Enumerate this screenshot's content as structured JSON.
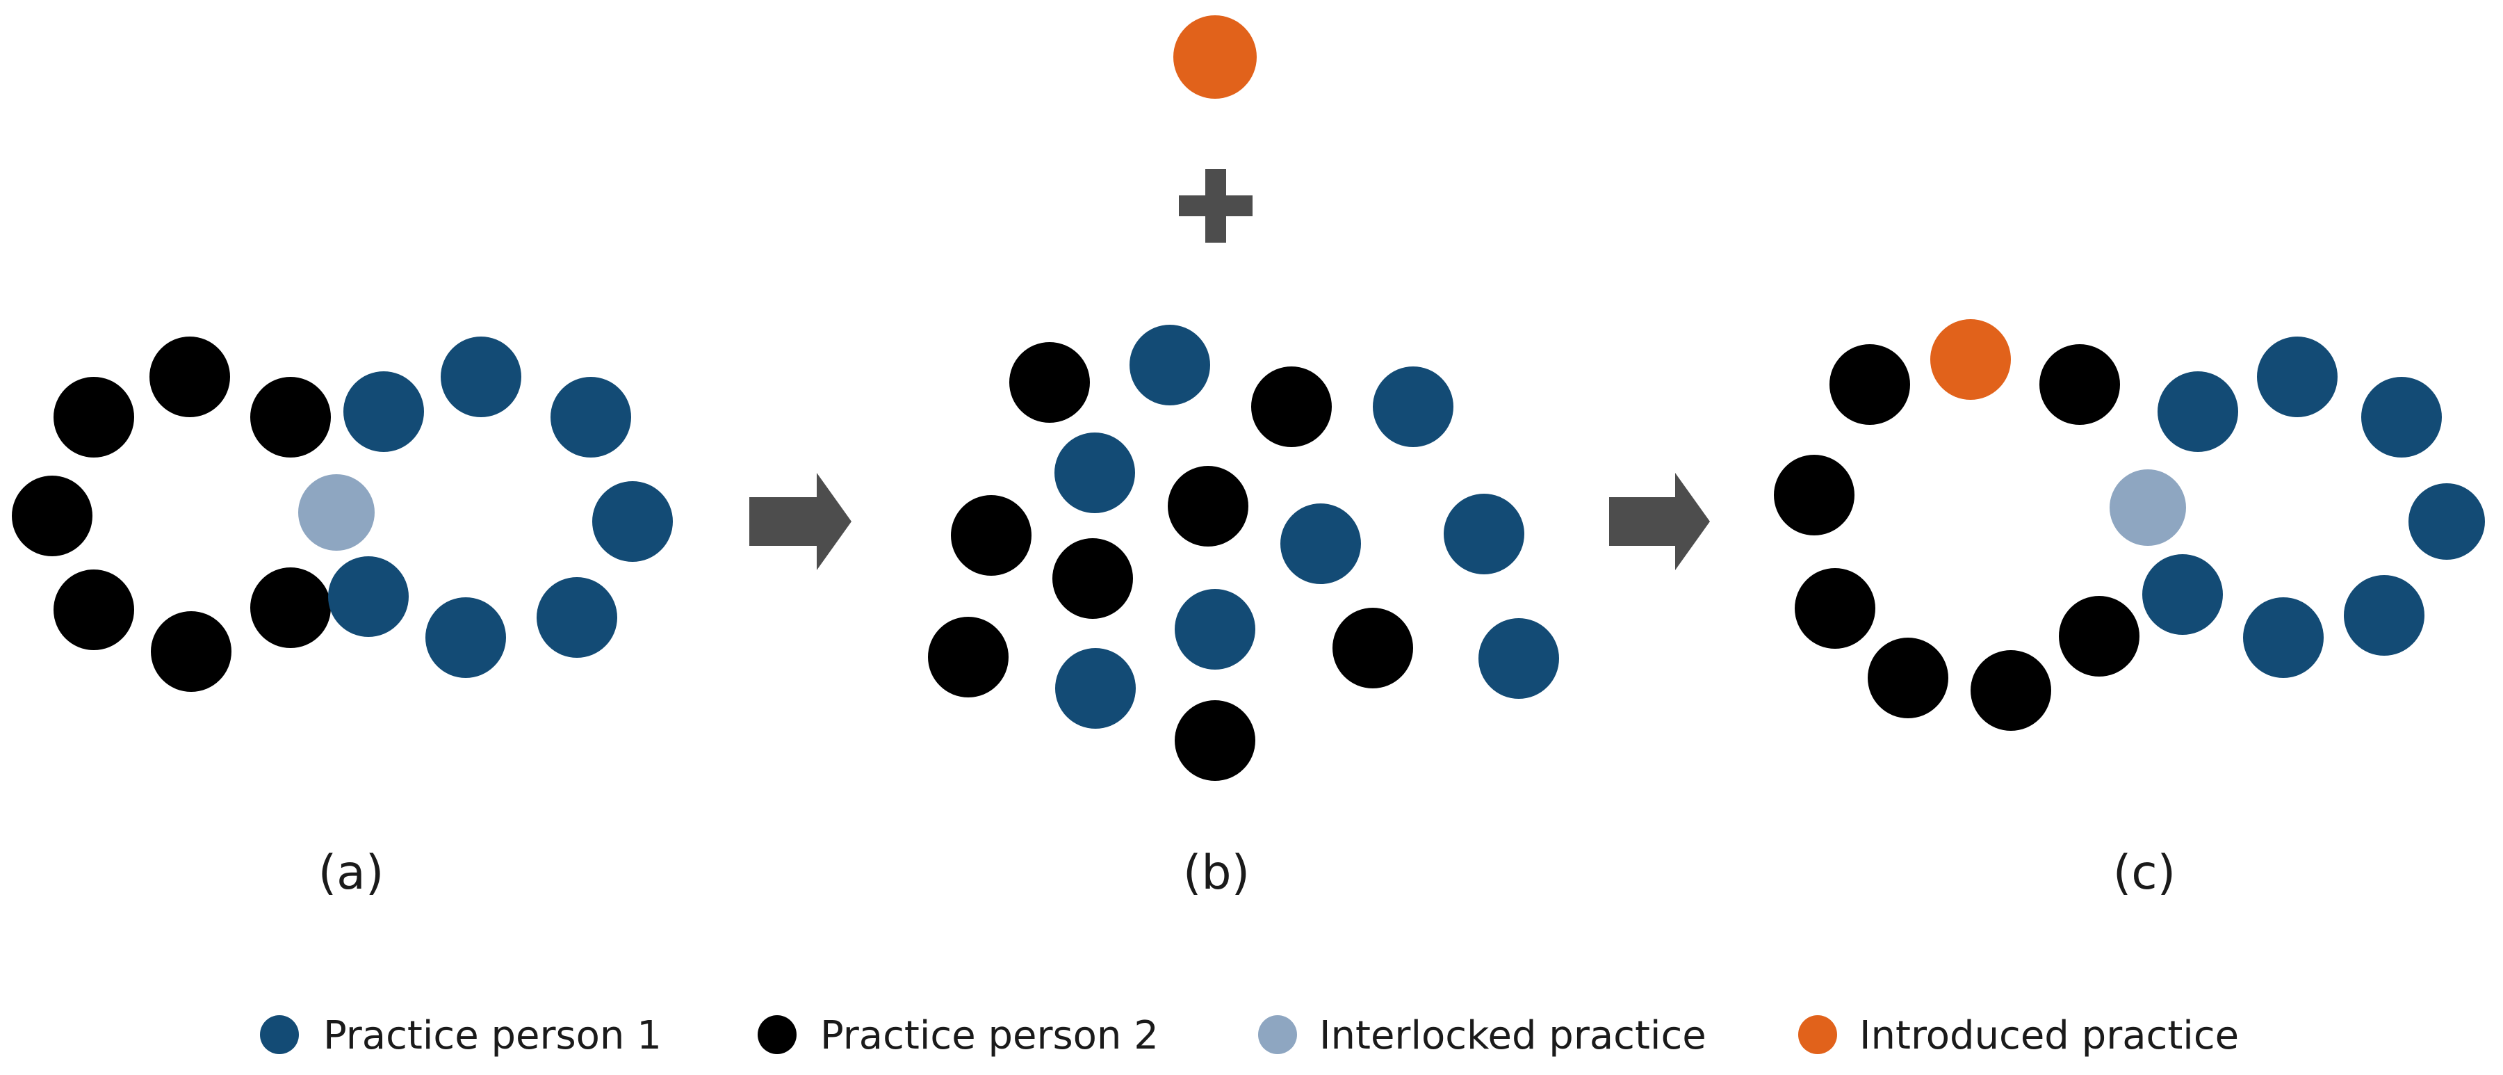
{
  "colors": {
    "person1": "#134b75",
    "person2": "#000000",
    "interlocked": "#8ea6c1",
    "introduced": "#e1621b",
    "arrow": "#4d4d4d",
    "plus": "#4d4d4d",
    "text": "#1a1a1a"
  },
  "panels": [
    {
      "id": "a",
      "label": "(a)"
    },
    {
      "id": "b",
      "label": "(b)"
    },
    {
      "id": "c",
      "label": "(c)"
    }
  ],
  "symbols": {
    "plus": "plus-icon",
    "arrow": "arrow-right-icon"
  },
  "legend": [
    {
      "key": "person1",
      "label": "Practice person 1"
    },
    {
      "key": "person2",
      "label": "Practice person 2"
    },
    {
      "key": "interlocked",
      "label": "Interlocked practice"
    },
    {
      "key": "introduced",
      "label": "Introduced practice"
    }
  ]
}
